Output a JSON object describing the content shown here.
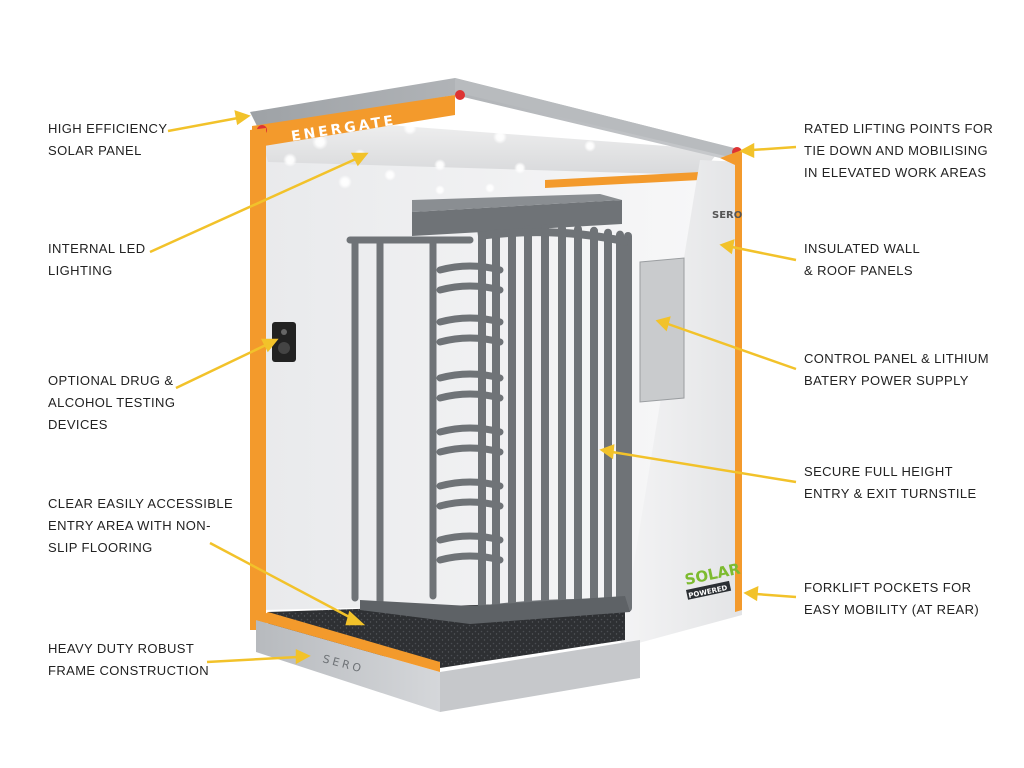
{
  "colors": {
    "frame_orange": "#f39a2c",
    "callout_arrow": "#f2c22a",
    "turnstile_grey": "#6f7377",
    "solar_green": "#7dbb2f"
  },
  "brand": {
    "header": "ENERGATE",
    "wall_logo": "SERO",
    "base_logo": "SERO",
    "solar_badge_top": "SOLAR",
    "solar_badge_bottom": "POWERED"
  },
  "callouts_left": [
    {
      "lines": [
        "HIGH EFFICIENCY",
        "SOLAR PANEL"
      ]
    },
    {
      "lines": [
        "INTERNAL LED",
        "LIGHTING"
      ]
    },
    {
      "lines": [
        "OPTIONAL DRUG &",
        "ALCOHOL TESTING",
        "DEVICES"
      ]
    },
    {
      "lines": [
        "CLEAR EASILY ACCESSIBLE",
        "ENTRY AREA WITH NON-",
        "SLIP FLOORING"
      ]
    },
    {
      "lines": [
        "HEAVY DUTY  ROBUST",
        "FRAME CONSTRUCTION"
      ]
    }
  ],
  "callouts_right": [
    {
      "lines": [
        "RATED LIFTING POINTS FOR",
        "TIE DOWN AND MOBILISING",
        "IN ELEVATED WORK AREAS"
      ]
    },
    {
      "lines": [
        "INSULATED WALL",
        "& ROOF PANELS"
      ]
    },
    {
      "lines": [
        "CONTROL PANEL & LITHIUM",
        "BATERY POWER SUPPLY"
      ]
    },
    {
      "lines": [
        "SECURE FULL HEIGHT",
        "ENTRY & EXIT TURNSTILE"
      ]
    },
    {
      "lines": [
        "FORKLIFT POCKETS FOR",
        "EASY MOBILITY (AT REAR)"
      ]
    }
  ]
}
